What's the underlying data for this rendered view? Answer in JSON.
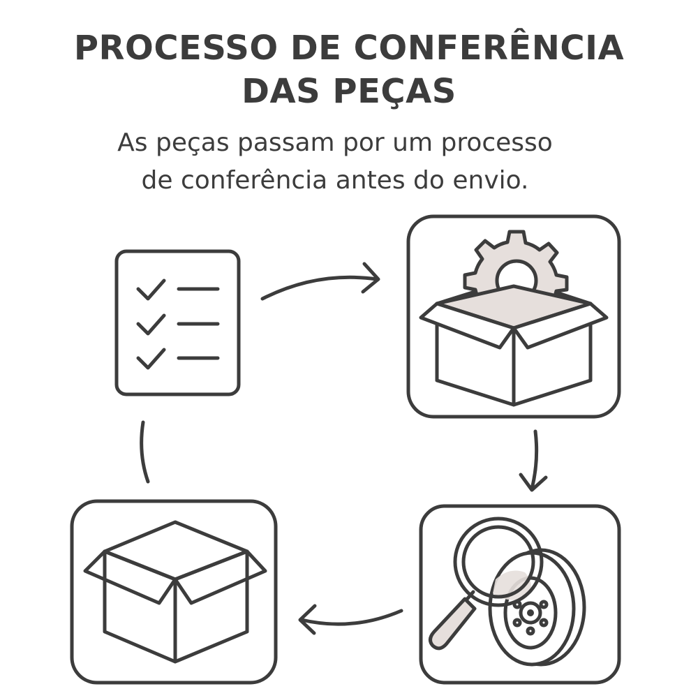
{
  "header": {
    "title_line1": "PROCESSO DE CONFERÊNCIA",
    "title_line2": "DAS PEÇAS",
    "subtitle_line1": "As peças passam por um processo",
    "subtitle_line2": "de conferência antes do envio."
  },
  "icons": [
    "checklist-icon",
    "box-with-gear-icon",
    "magnifier-brake-disc-icon",
    "open-box-icon"
  ],
  "colors": {
    "stroke": "#3c3c3c",
    "fill_accent": "#e6dfdc",
    "background": "#ffffff"
  }
}
